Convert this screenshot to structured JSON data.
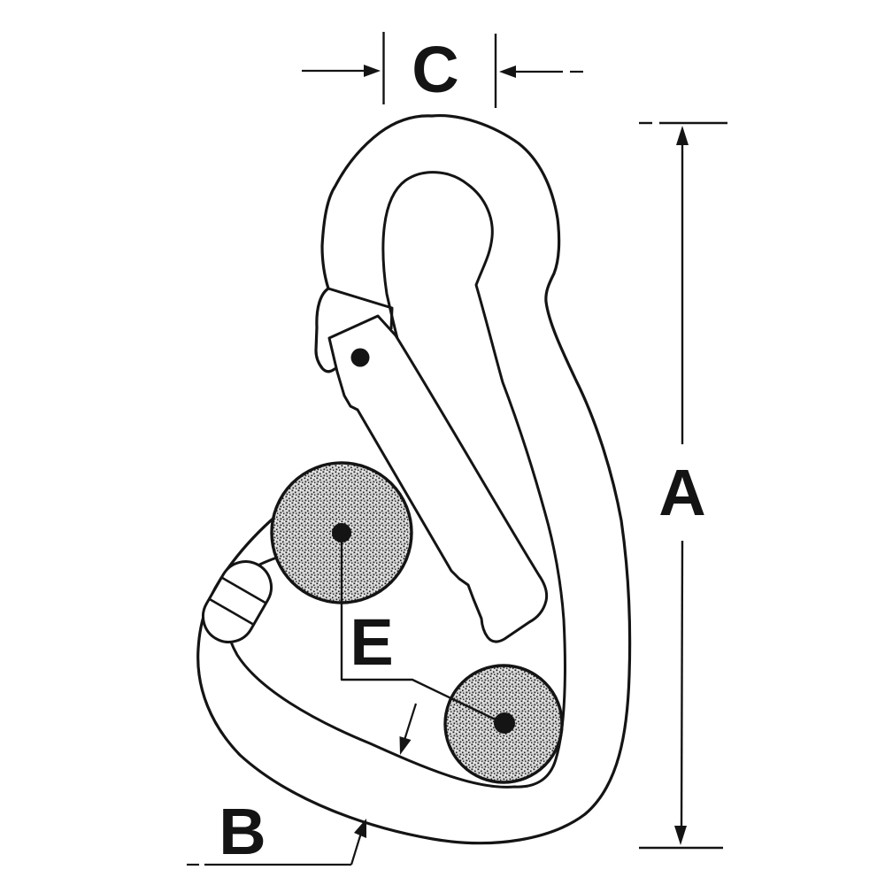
{
  "figure": {
    "kind": "technical line drawing",
    "subject": "snap hook / carabiner dimension diagram",
    "notes": "hook body with spring gate, rivet, sleeve end, two stippled rope cross-sections, dimension callouts"
  },
  "labels": {
    "a": "A",
    "b": "B",
    "c": "C",
    "e": "E"
  },
  "colors": {
    "ink": "#141414",
    "paper": "#ffffff",
    "stipple_base": "#d6d6d6",
    "stipple_dot": "#1c1c1c"
  }
}
